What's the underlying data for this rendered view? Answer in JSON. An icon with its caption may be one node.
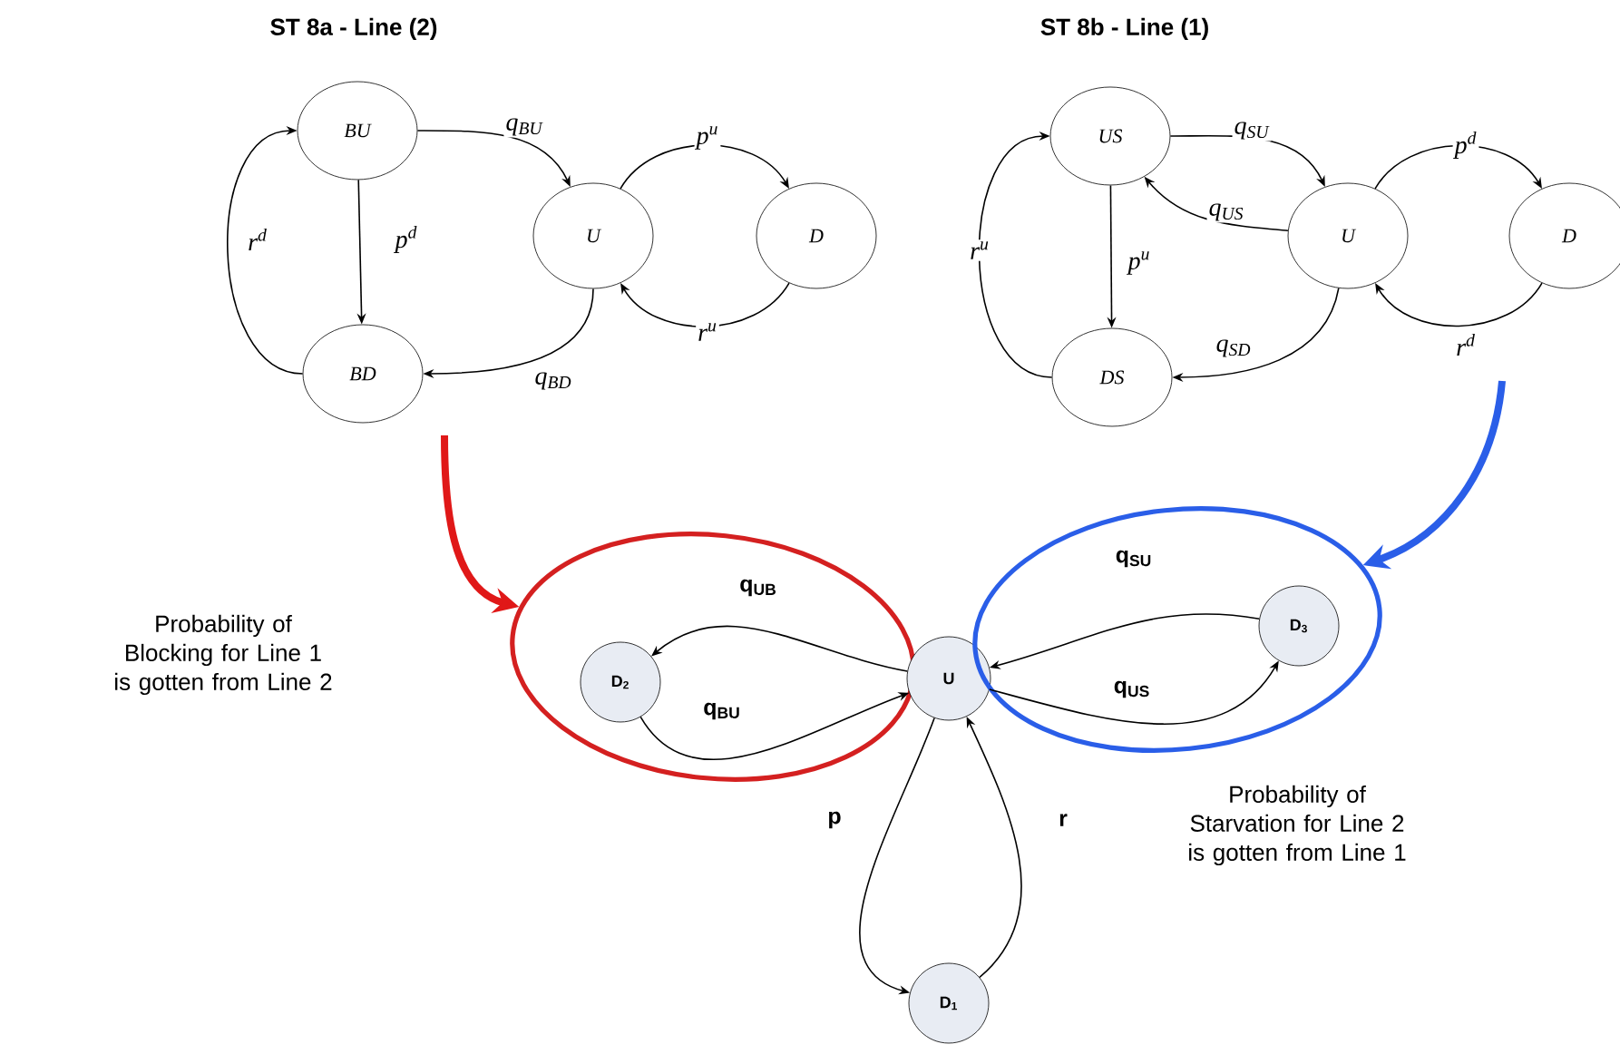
{
  "diagram": {
    "nodes": [
      {
        "text": [
          "BU"
        ]
      },
      {
        "text": [
          "BD"
        ]
      },
      {
        "text": [
          "U"
        ]
      },
      {
        "text": [
          "D"
        ]
      },
      {
        "text": [
          "US"
        ]
      },
      {
        "text": [
          "DS"
        ]
      },
      {
        "text": [
          "U"
        ]
      },
      {
        "text": [
          "D"
        ]
      },
      {
        "text": [],
        "shape": "ellipse"
      },
      {
        "text": [
          "D$_{2}$"
        ],
        "in": 8
      },
      {
        "text": [
          "U"
        ]
      },
      {
        "text": [],
        "shape": "ellipse"
      },
      {
        "text": [
          "D$_{3}$"
        ],
        "in": 11
      },
      {
        "text": [
          "D$_{1}$"
        ]
      }
    ],
    "edges": [
      {
        "from": 0,
        "to": 2,
        "arrow": "to",
        "label": "q$_{BU}$"
      },
      {
        "from": 0,
        "to": 1,
        "arrow": "to",
        "label": "p$^{d}$"
      },
      {
        "from": 2,
        "to": 1,
        "arrow": "to",
        "label": "q$_{BD}$"
      },
      {
        "from": 1,
        "to": 0,
        "arrow": "to",
        "label": "r$^{d}$"
      },
      {
        "from": 2,
        "to": 3,
        "arrow": "to",
        "label": "p$^{u}$"
      },
      {
        "from": 3,
        "to": 2,
        "arrow": "to",
        "label": "r$^{u}$"
      },
      {
        "from": 4,
        "to": 6,
        "arrow": "to",
        "label": "q$_{SU}$"
      },
      {
        "from": 6,
        "to": 4,
        "arrow": "to",
        "label": "q$_{US}$"
      },
      {
        "from": 4,
        "to": 5,
        "arrow": "to",
        "label": "p$^{u}$"
      },
      {
        "from": 6,
        "to": 5,
        "arrow": "to",
        "label": "q$_{SD}$"
      },
      {
        "from": 5,
        "to": 4,
        "arrow": "to",
        "label": "r$^{u}$"
      },
      {
        "from": 6,
        "to": 7,
        "arrow": "to",
        "label": "p$^{d}$"
      },
      {
        "from": 7,
        "to": 6,
        "arrow": "to",
        "label": "r$^{d}$"
      },
      {
        "from": 10,
        "to": 9,
        "arrow": "to",
        "label": "q$_{UB}$"
      },
      {
        "from": 9,
        "to": 10,
        "arrow": "to",
        "label": "q$_{BU}$"
      },
      {
        "from": 12,
        "to": 10,
        "arrow": "to",
        "label": "q$_{SU}$"
      },
      {
        "from": 10,
        "to": 12,
        "arrow": "to",
        "label": "q$_{US}$"
      },
      {
        "from": 10,
        "to": 13,
        "arrow": "to",
        "label": "p"
      },
      {
        "from": 13,
        "to": 10,
        "arrow": "to",
        "label": "r"
      },
      {
        "from": null,
        "to": 8,
        "arrow": "to",
        "style": "thick",
        "color": "#e01818"
      },
      {
        "from": null,
        "to": 11,
        "arrow": "to",
        "style": "thick",
        "color": "#2a5ee8"
      }
    ],
    "labels": [
      "ST 8a - Line (2)",
      "ST 8b - Line (1)",
      "Probability of Blocking for Line 1 is gotten from Line 2",
      "Probability of Starvation for Line 2 is gotten from Line 1"
    ]
  }
}
